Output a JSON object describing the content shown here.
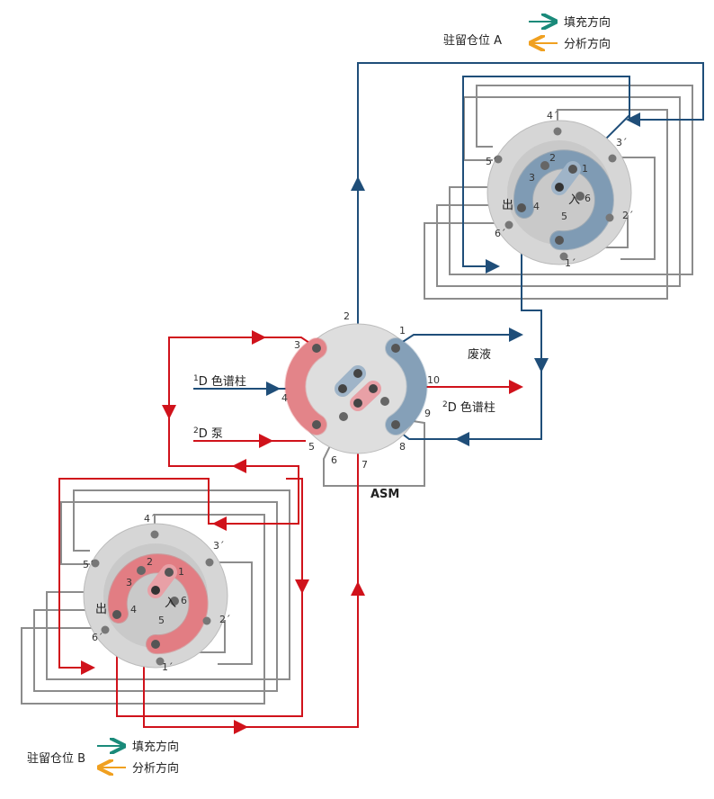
{
  "legend_a": {
    "title": "驻留仓位 A",
    "fill": "填充方向",
    "analyze": "分析方向"
  },
  "legend_b": {
    "title": "驻留仓位 B",
    "fill": "填充方向",
    "analyze": "分析方向"
  },
  "asm": {
    "name": "ASM",
    "ports": [
      "1",
      "2",
      "3",
      "4",
      "5",
      "6",
      "7",
      "8",
      "9",
      "10"
    ],
    "waste": "废液",
    "col1_sup": "1",
    "col1": "D 色谱柱",
    "col2_sup": "2",
    "col2": "D 色谱柱",
    "pump_sup": "2",
    "pump": "D 泵"
  },
  "park": {
    "inner_ports": [
      "1",
      "2",
      "3",
      "4",
      "5",
      "6"
    ],
    "outer_ports": [
      "1´",
      "2´",
      "3´",
      "4´",
      "5´",
      "6´"
    ],
    "out": "出",
    "in": "入"
  },
  "colors": {
    "blue": "#1f4e79",
    "red": "#d0121b",
    "gray": "#8c8c8c",
    "teal": "#1a8a7a",
    "orange": "#f0a020"
  }
}
